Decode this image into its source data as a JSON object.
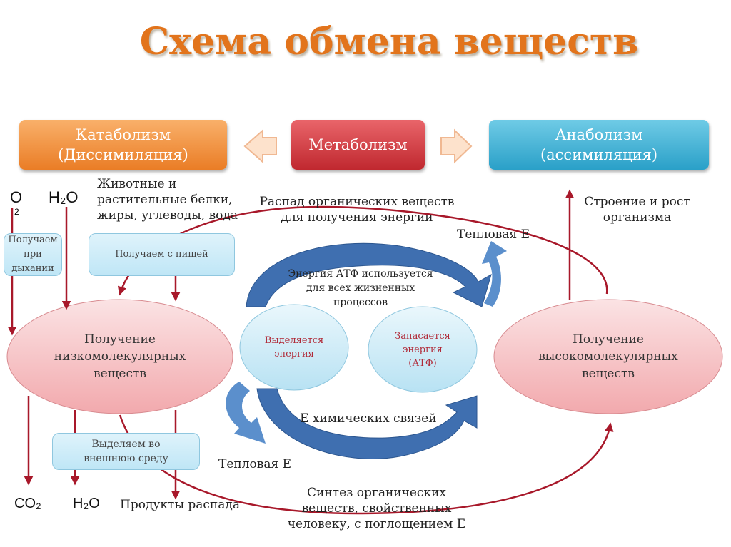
{
  "title": "Схема обмена веществ",
  "header": {
    "catabolism": [
      "Катаболизм",
      "(Диссимиляция)"
    ],
    "metabolism": "Метаболизм",
    "anabolism": [
      "Анаболизм",
      "(ассимиляция)"
    ]
  },
  "inputs": {
    "o2": "O",
    "o2_sub": "2",
    "h2o": "H₂O",
    "food": [
      "Животные и",
      "растительные белки,",
      "жиры, углеводы, вода"
    ],
    "breath_box": [
      "Получаем",
      "при",
      "дыхании"
    ],
    "food_box": "Получаем с пищей"
  },
  "decay": [
    "Распад органических веществ",
    "для получения энергии"
  ],
  "growth": [
    "Строение и рост",
    "организма"
  ],
  "heat_top": "Тепловая Е",
  "heat_bottom": "Тепловая Е",
  "atp_use": [
    "Энергия АТФ используется",
    "для всех жизненных",
    "процессов"
  ],
  "left_ellipse": [
    "Получение",
    "низкомолекулярных",
    "веществ"
  ],
  "right_ellipse": [
    "Получение",
    "высокомолекулярных",
    "веществ"
  ],
  "release": [
    "Выделяется",
    "энергия"
  ],
  "store": [
    "Запасается",
    "энергия",
    "(АТФ)"
  ],
  "chem_bonds": "Е химических связей",
  "excrete_box": [
    "Выделяем во",
    "внешнюю среду"
  ],
  "outputs": {
    "co2": "CO₂",
    "h2o": "H₂O",
    "products": "Продукты распада"
  },
  "synthesis": [
    "Синтез органических",
    "веществ, свойственных",
    "человеку, с поглощением Е"
  ]
}
